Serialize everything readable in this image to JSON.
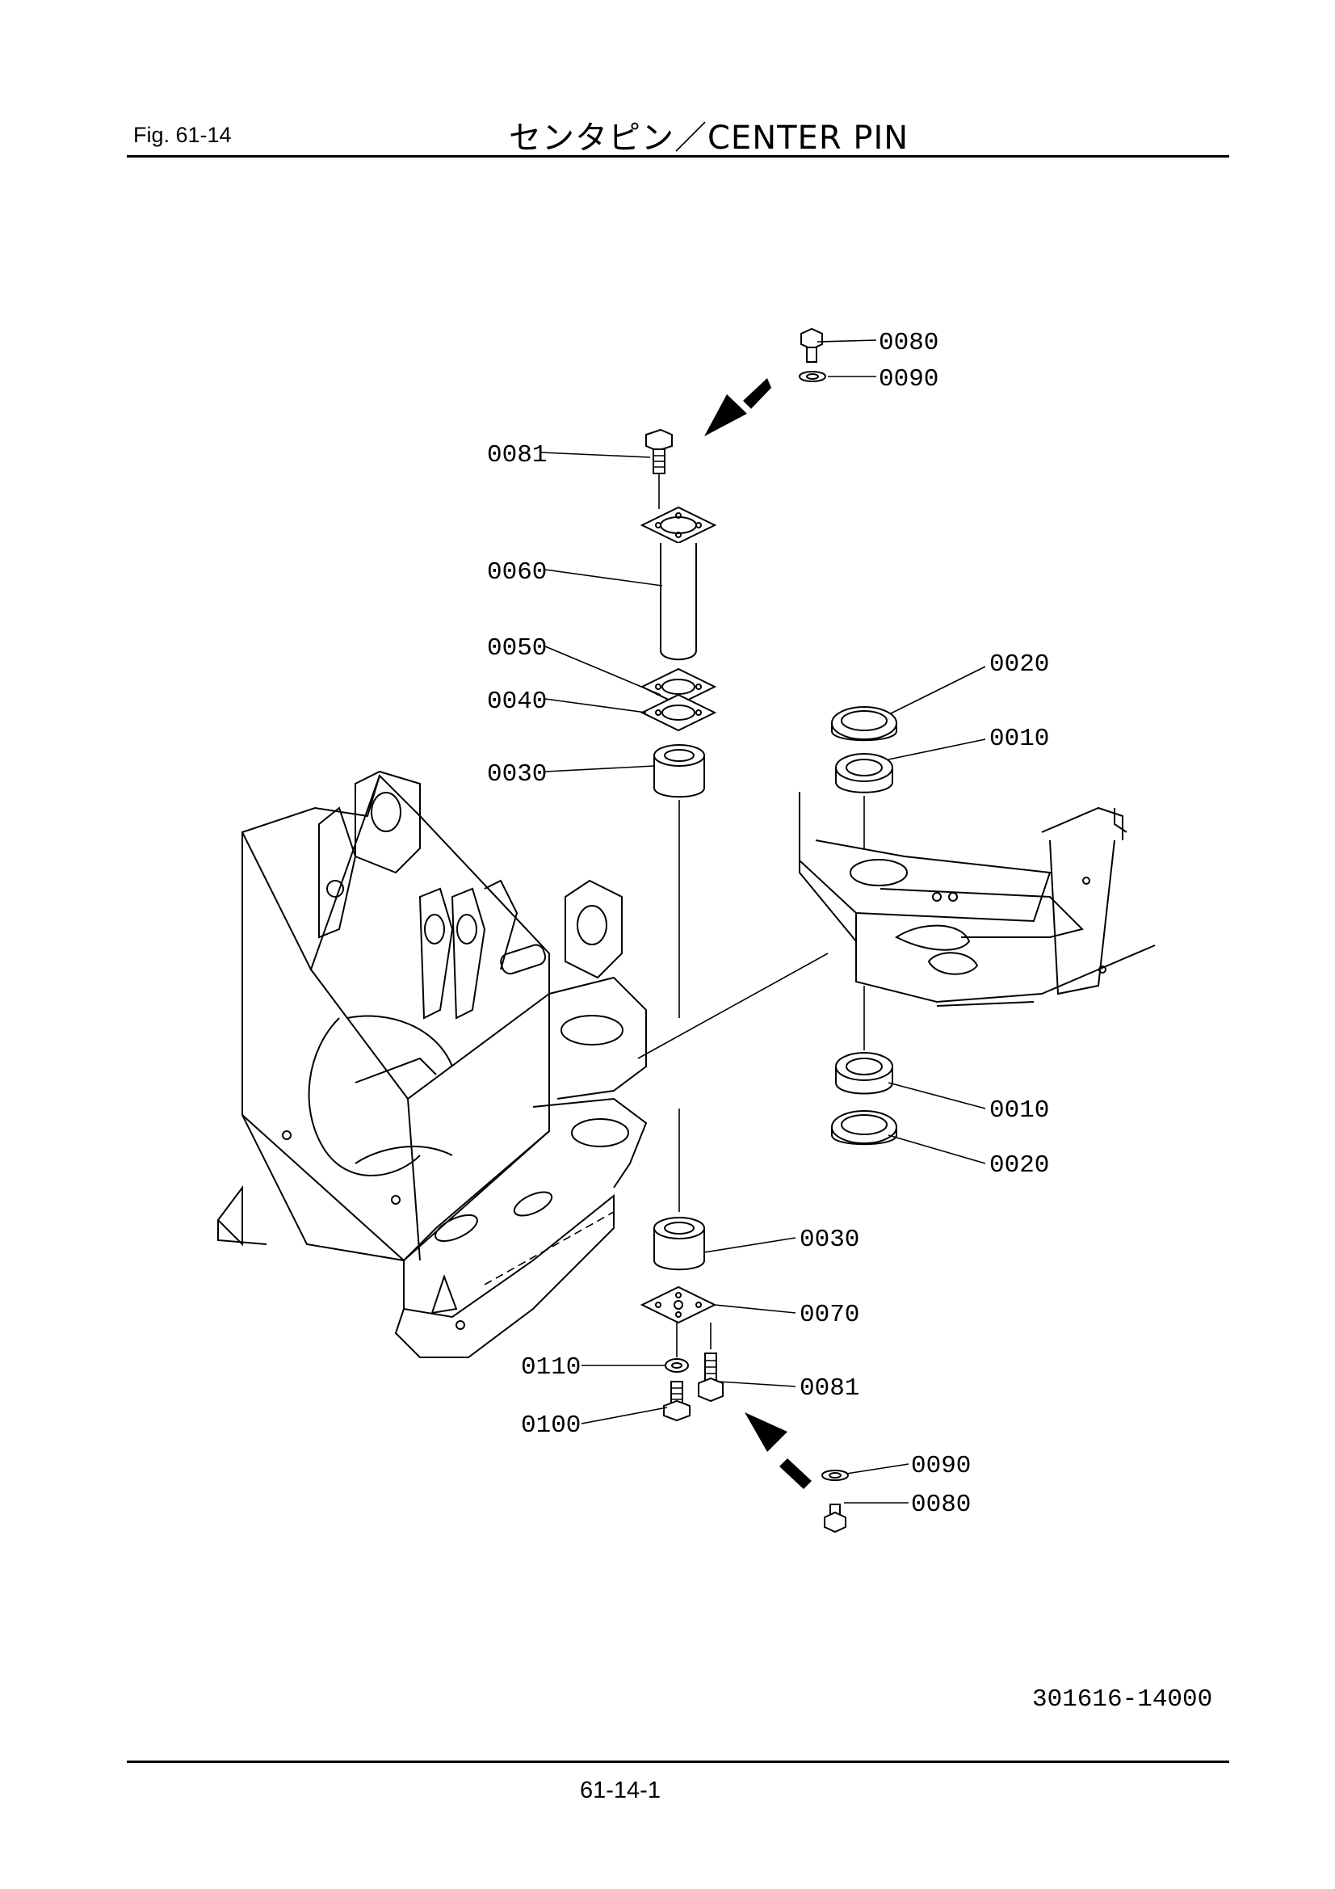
{
  "header": {
    "fig_label": "Fig.  61-14",
    "title": "センタピン／CENTER  PIN"
  },
  "callouts": [
    {
      "id": "c1",
      "text": "0080"
    },
    {
      "id": "c2",
      "text": "0090"
    },
    {
      "id": "c3",
      "text": "0081"
    },
    {
      "id": "c4",
      "text": "0060"
    },
    {
      "id": "c5",
      "text": "0050"
    },
    {
      "id": "c6",
      "text": "0040"
    },
    {
      "id": "c7",
      "text": "0030"
    },
    {
      "id": "c8",
      "text": "0020"
    },
    {
      "id": "c9",
      "text": "0010"
    },
    {
      "id": "c10",
      "text": "0010"
    },
    {
      "id": "c11",
      "text": "0020"
    },
    {
      "id": "c12",
      "text": "0030"
    },
    {
      "id": "c13",
      "text": "0070"
    },
    {
      "id": "c14",
      "text": "0110"
    },
    {
      "id": "c15",
      "text": "0081"
    },
    {
      "id": "c16",
      "text": "0100"
    },
    {
      "id": "c17",
      "text": "0090"
    },
    {
      "id": "c18",
      "text": "0080"
    }
  ],
  "footer": {
    "drawing_number": "301616-14000",
    "page_number": "61-14-1"
  }
}
